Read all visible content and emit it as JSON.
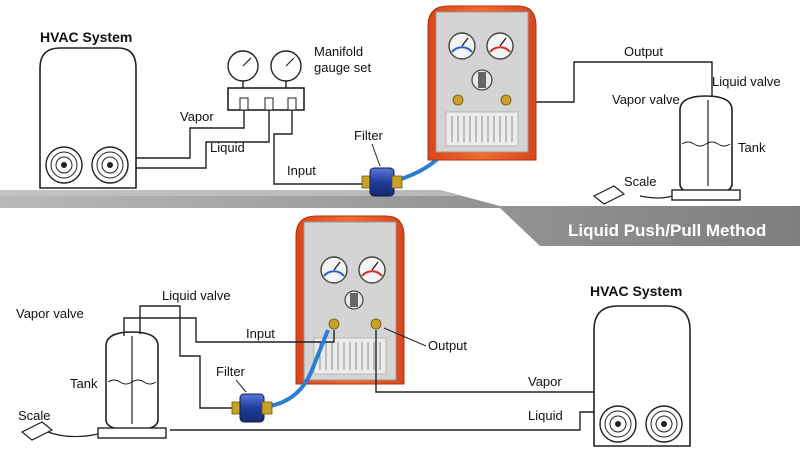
{
  "banner": {
    "title": "Liquid Push/Pull Method"
  },
  "top": {
    "hvac_title": "HVAC System",
    "manifold_line1": "Manifold",
    "manifold_line2": "gauge set",
    "vapor": "Vapor",
    "liquid": "Liquid",
    "input": "Input",
    "filter": "Filter",
    "output": "Output",
    "liquid_valve": "Liquid valve",
    "vapor_valve": "Vapor valve",
    "tank": "Tank",
    "scale": "Scale"
  },
  "bottom": {
    "hvac_title": "HVAC System",
    "vapor_valve": "Vapor valve",
    "liquid_valve": "Liquid valve",
    "input": "Input",
    "output": "Output",
    "filter": "Filter",
    "tank": "Tank",
    "scale": "Scale",
    "vapor": "Vapor",
    "liquid": "Liquid"
  },
  "colors": {
    "machine_orange": "#ee5a24",
    "panel_gray": "#cfcfcf",
    "hose_blue": "#2a7fd4",
    "filter_blue": "#2946a8",
    "banner_gray": "#8c8c8c",
    "line": "#222222"
  }
}
